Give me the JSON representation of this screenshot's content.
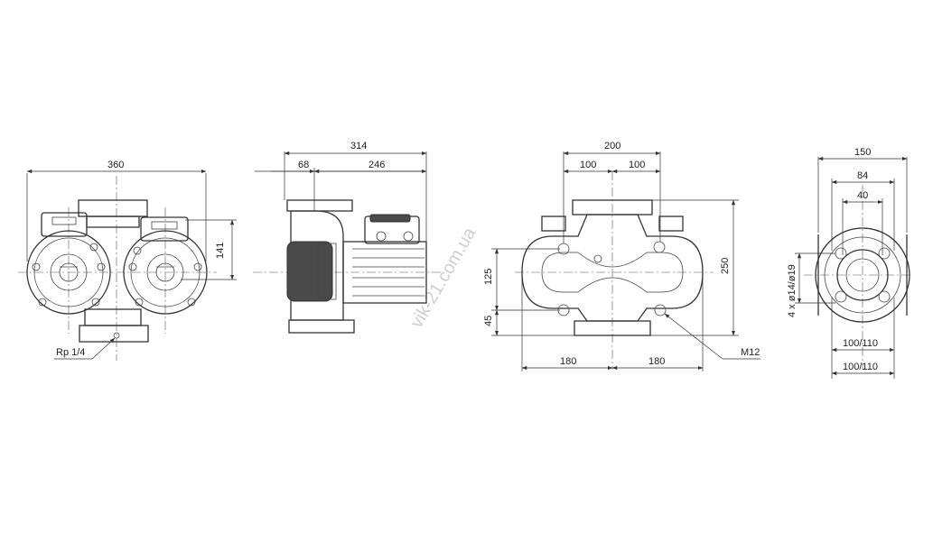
{
  "watermark": "vik-21.com.ua",
  "front_view": {
    "width": "360",
    "height": "141",
    "thread": "Rp 1/4"
  },
  "side_view": {
    "total_length": "314",
    "short_part": "68",
    "motor_length": "246"
  },
  "rear_view": {
    "width": "200",
    "half_left": "100",
    "half_right": "100",
    "height": "250",
    "base_height_1": "125",
    "base_height_2": "45",
    "base_left": "180",
    "base_right": "180",
    "bolt": "M12"
  },
  "flange_view": {
    "outer": "150",
    "pitch": "84",
    "bore": "40",
    "holes": "4 x ø14/ø19",
    "bolt_circle_1": "100/110",
    "bolt_circle_2": "100/110"
  }
}
